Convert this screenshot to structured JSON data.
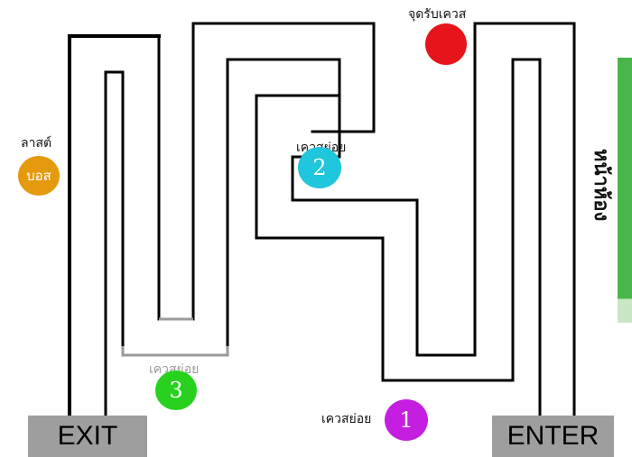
{
  "exit": {
    "label": "EXIT"
  },
  "enter": {
    "label": "ENTER"
  },
  "quest_receive": {
    "label": "จุดรับเควส",
    "color": "#e8141b"
  },
  "sub_quests": [
    {
      "label": "เควสย่อย",
      "number": "1",
      "color": "#c41ee0"
    },
    {
      "label": "เควสย่อย",
      "number": "2",
      "color": "#1fc6dc"
    },
    {
      "label": "เควสย่อย",
      "number": "3",
      "color": "#27d11d"
    }
  ],
  "boss": {
    "top_label": "ลาสต์",
    "label": "บอส",
    "color": "#e59a0d"
  },
  "room_front": {
    "label": "หน้าห้อง",
    "color": "#49b54a",
    "light_color": "#c9e6c5"
  },
  "maze": {
    "wall_color": "#000000",
    "faded_wall_color": "#9a9a9a"
  }
}
